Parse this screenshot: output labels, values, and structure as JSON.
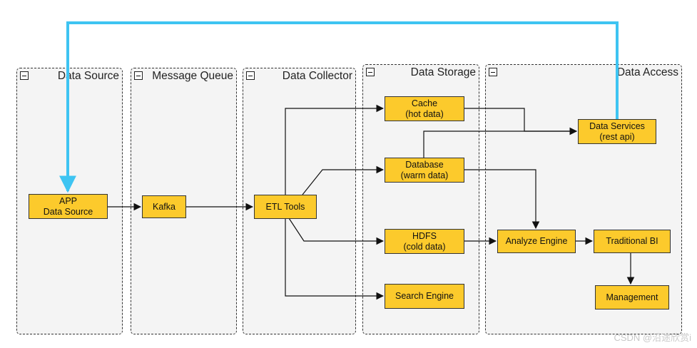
{
  "lanes": {
    "data_source": "Data Source",
    "message_queue": "Message Queue",
    "data_collector": "Data Collector",
    "data_storage": "Data Storage",
    "data_access": "Data Access"
  },
  "nodes": {
    "app": [
      "APP",
      "Data Source"
    ],
    "kafka": [
      "Kafka"
    ],
    "etl": [
      "ETL Tools"
    ],
    "cache": [
      "Cache",
      "(hot data)"
    ],
    "database": [
      "Database",
      "(warm data)"
    ],
    "hdfs": [
      "HDFS",
      "(cold data)"
    ],
    "search": [
      "Search Engine"
    ],
    "services": [
      "Data Services",
      "(rest api)"
    ],
    "analyze": [
      "Analyze Engine"
    ],
    "bi": [
      "Traditional BI"
    ],
    "management": [
      "Management"
    ]
  },
  "colors": {
    "node_fill": "#fcca2c",
    "lane_fill": "#f4f4f4",
    "feedback_edge": "#3ec4f2",
    "edge": "#111111"
  },
  "icons": {
    "lane_toggle": "collapse-minus-icon"
  },
  "watermark": "CSDN @沿途欣赏i"
}
